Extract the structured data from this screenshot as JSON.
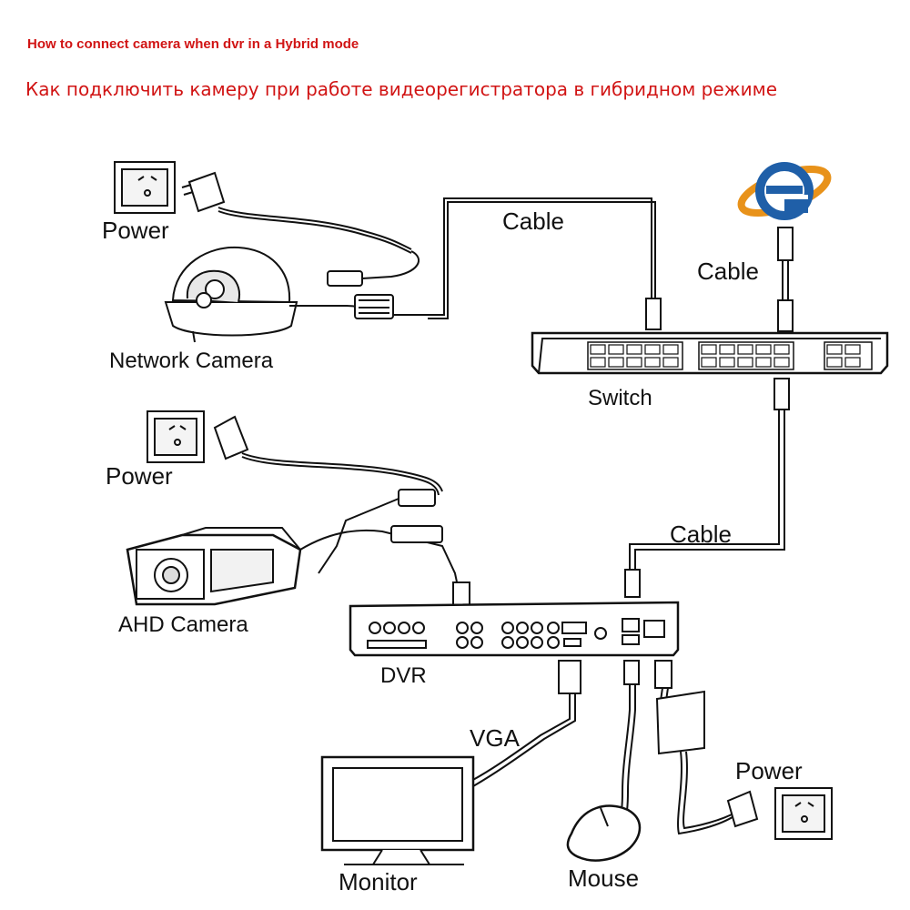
{
  "titles": {
    "english": "How to connect camera when dvr in a Hybrid mode",
    "russian": "Как подключить камеру при работе видеорегистратора в гибридном режиме"
  },
  "labels": {
    "power_top": "Power",
    "network_camera": "Network Camera",
    "cable_top": "Cable",
    "cable_ie": "Cable",
    "switch": "Switch",
    "power_mid": "Power",
    "ahd_camera": "AHD Camera",
    "cable_dvr": "Cable",
    "dvr": "DVR",
    "vga": "VGA",
    "monitor": "Monitor",
    "mouse": "Mouse",
    "power_bottom": "Power"
  },
  "colors": {
    "title": "#d11414",
    "line": "#111111",
    "ie_blue": "#1f5fa8",
    "ie_orange": "#e8921a"
  }
}
